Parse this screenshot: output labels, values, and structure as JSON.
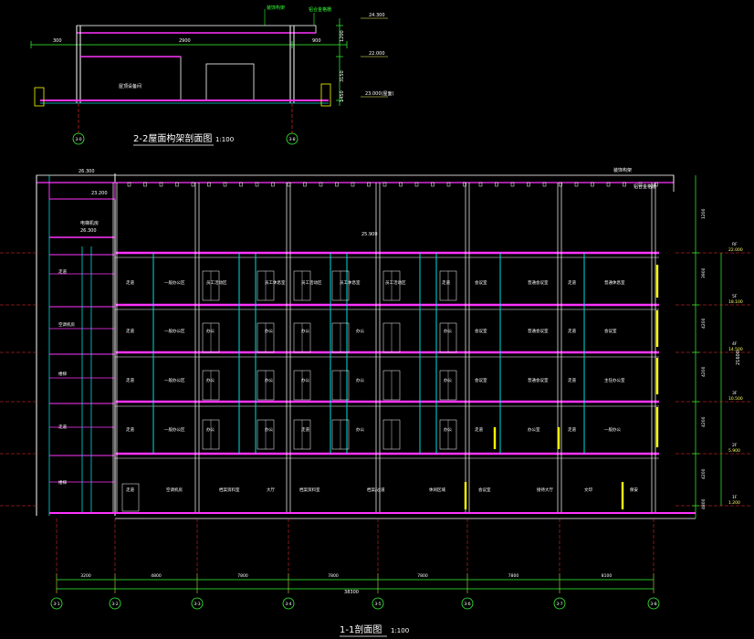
{
  "colors": {
    "background": "#000000",
    "slab": "#ff33ff",
    "column": "#00dddd",
    "dim": "#33ff33",
    "axis": "#ff3333",
    "text": "#ffffff",
    "level": "#ffff66",
    "accent": "#ffff00"
  },
  "top_section": {
    "title": "2-2屋面构架剖面图",
    "scale": "1:100",
    "room_label": "屋顶设备间",
    "axis_left": "3-0",
    "axis_right": "3-8",
    "levels": [
      "24.300",
      "22.000",
      "23.000(屋面)"
    ],
    "dims_top": [
      "300",
      "2900",
      "900"
    ],
    "dims_right": [
      "1200",
      "3150",
      "1450"
    ],
    "notes": [
      "装饰构架",
      "铝合金格栅"
    ]
  },
  "main_section": {
    "title": "1-1剖面图",
    "scale": "1:100",
    "axes": [
      "3-1",
      "3-2",
      "3-3",
      "3-4",
      "3-5",
      "3-6",
      "3-7",
      "3-8"
    ],
    "bay_dims": [
      "3200",
      "4800",
      "7800",
      "7800",
      "7800",
      "7800",
      "8100"
    ],
    "total_dim": "38300",
    "roof_labels": [
      "26.300",
      "23.200",
      "25.900"
    ],
    "stair_labels": [
      "电梯机房",
      "26.300"
    ],
    "floor_levels": [
      "1F",
      "2F",
      "3F",
      "4F",
      "5F",
      "RF"
    ],
    "elevations": [
      "1.200",
      "5.900",
      "10.500",
      "14.500",
      "18.100",
      "22.000"
    ],
    "story_dims": [
      "4800",
      "4200",
      "4200",
      "4200",
      "4200",
      "3900",
      "1200"
    ],
    "side_total": "21600",
    "left_room_labels": [
      "走道",
      "空调机房",
      "楼梯",
      "走道",
      "楼梯"
    ],
    "floors": [
      {
        "rooms": [
          "走道",
          "一般办公区",
          "员工活动区",
          "员工休息室",
          "员工活动区",
          "员工休息室",
          "员工活动区",
          "走道",
          "会议室",
          "普通会议室",
          "走道",
          "普通休息室"
        ]
      },
      {
        "rooms": [
          "走道",
          "一般办公区",
          "办公",
          "办公",
          "办公",
          "办公",
          "办公",
          "会议室",
          "普通会议室",
          "走道",
          "会议室"
        ]
      },
      {
        "rooms": [
          "走道",
          "一般办公区",
          "办公",
          "办公",
          "办公",
          "办公",
          "办公",
          "会议室",
          "普通会议室",
          "走道",
          "主任办公室"
        ]
      },
      {
        "rooms": [
          "走道",
          "一般办公区",
          "办公",
          "办公",
          "走道",
          "办公",
          "办公",
          "走道",
          "办公室",
          "走道",
          "一般办公"
        ]
      },
      {
        "rooms": [
          "走道",
          "空调机房",
          "档案资料室",
          "大厅",
          "档案资料室",
          "档案/过道",
          "休闲区域",
          "会议室",
          "接待大厅",
          "文印",
          "保安"
        ]
      }
    ]
  }
}
